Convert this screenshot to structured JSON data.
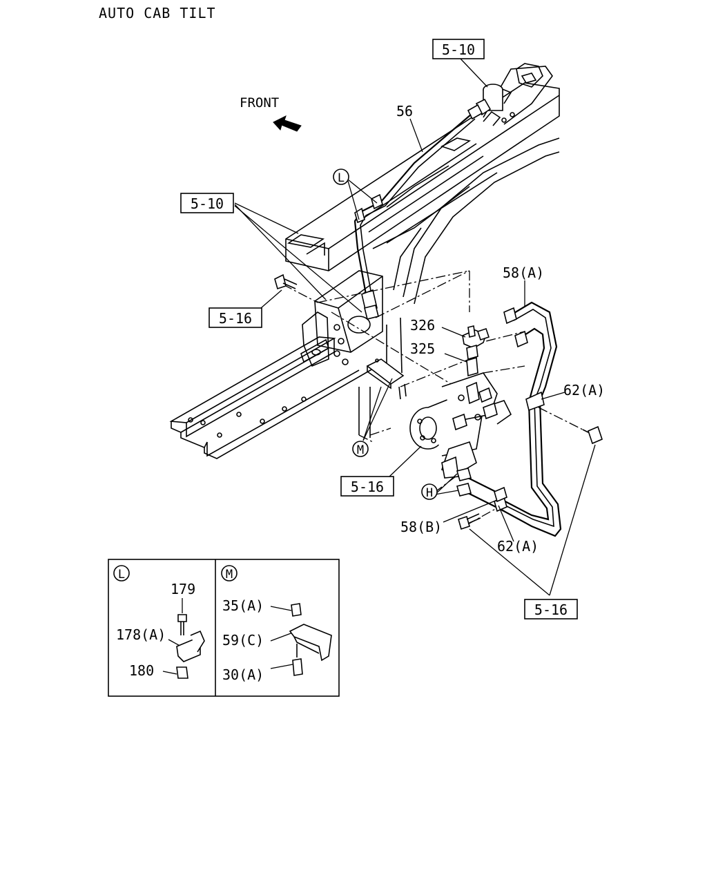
{
  "title": "AUTO CAB TILT",
  "front_label": "FRONT",
  "callouts": {
    "ref_5_10_top": "5-10",
    "ref_5_10_left": "5-10",
    "ref_5_16_left": "5-16",
    "ref_5_16_center": "5-16",
    "ref_5_16_right": "5-16",
    "part_56": "56",
    "part_58a": "58(A)",
    "part_326": "326",
    "part_325": "325",
    "part_62a_upper": "62(A)",
    "part_58b": "58(B)",
    "part_62a_lower": "62(A)",
    "circle_l": "L",
    "circle_m": "M",
    "circle_h": "H"
  },
  "detail_l": {
    "marker": "L",
    "labels": [
      "179",
      "178(A)",
      "180"
    ]
  },
  "detail_m": {
    "marker": "M",
    "labels": [
      "35(A)",
      "59(C)",
      "30(A)"
    ]
  }
}
